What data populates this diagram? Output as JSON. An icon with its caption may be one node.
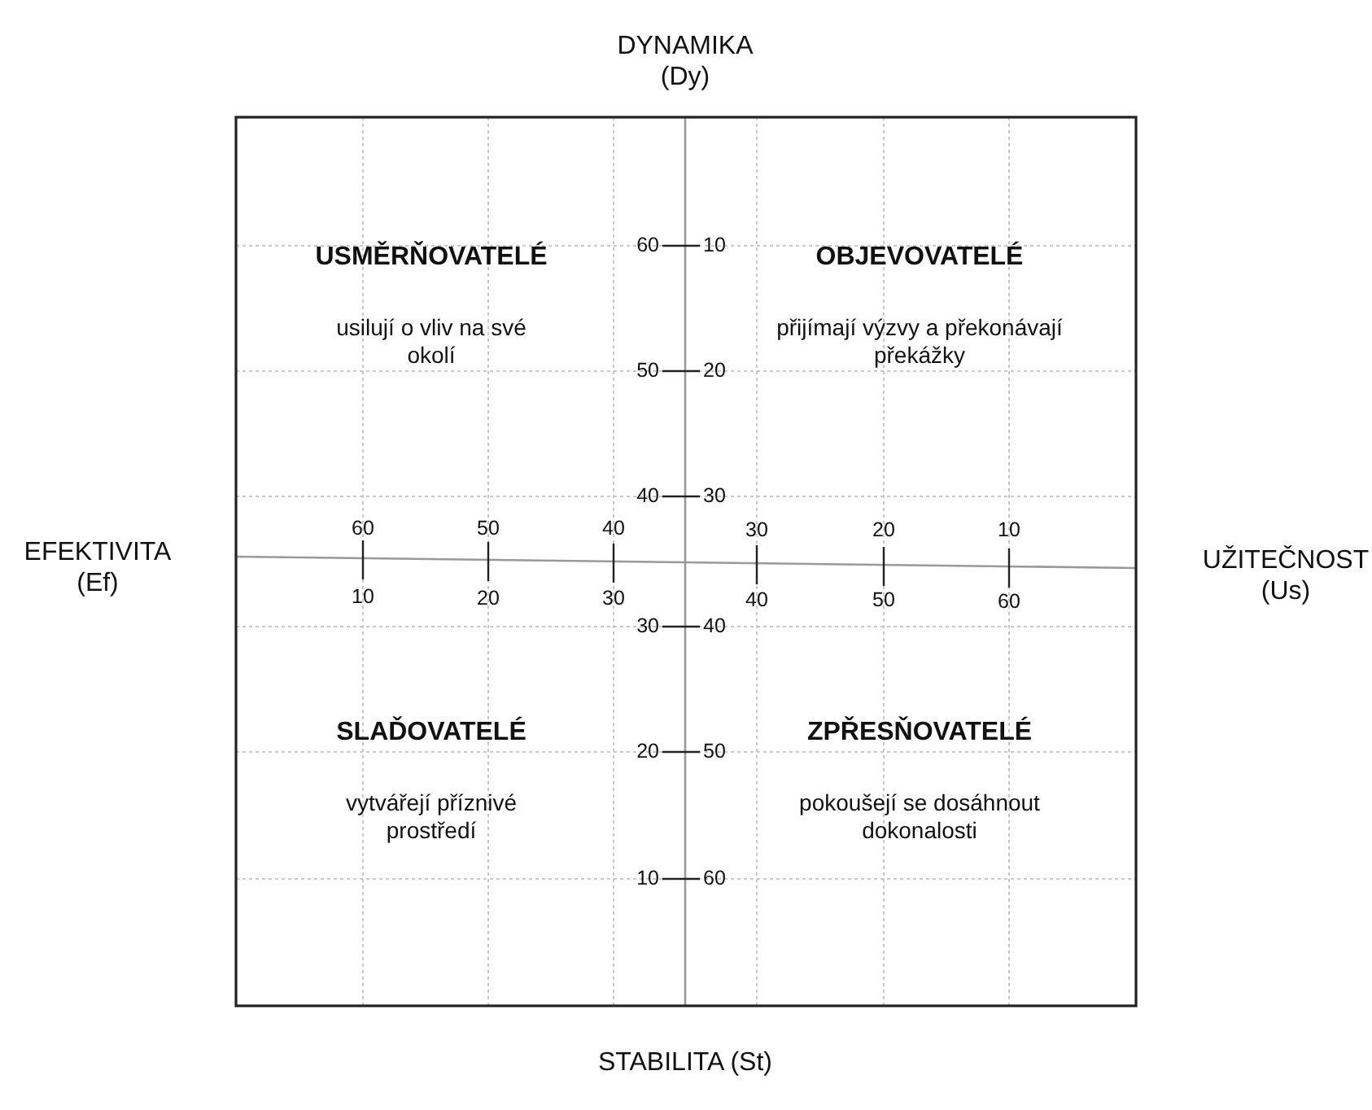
{
  "diagram": {
    "labels": [
      "DYNAMIKA (Dy)",
      "USMĚRŇOVATELÉ",
      "60",
      "10",
      "OBJEVOVATELÉ",
      "usilují o vliv na své okolí",
      "50",
      "20",
      "přijímají výzvy a překonávají překážky",
      "40",
      "30",
      "EFEKTIVITA (Ef)",
      "60",
      "50",
      "40",
      "30",
      "20",
      "10",
      "UŽITEČNOST (Us)",
      "10",
      "20",
      "30",
      "40",
      "50",
      "60",
      "30",
      "40",
      "SLAĎOVATELÉ",
      "20",
      "50",
      "ZPŘESŇOVATELÉ",
      "vytvářejí příznivé prostředí",
      "pokoušejí se dosáhnout dokonalosti",
      "10",
      "60",
      "STABILITA (St)"
    ]
  }
}
